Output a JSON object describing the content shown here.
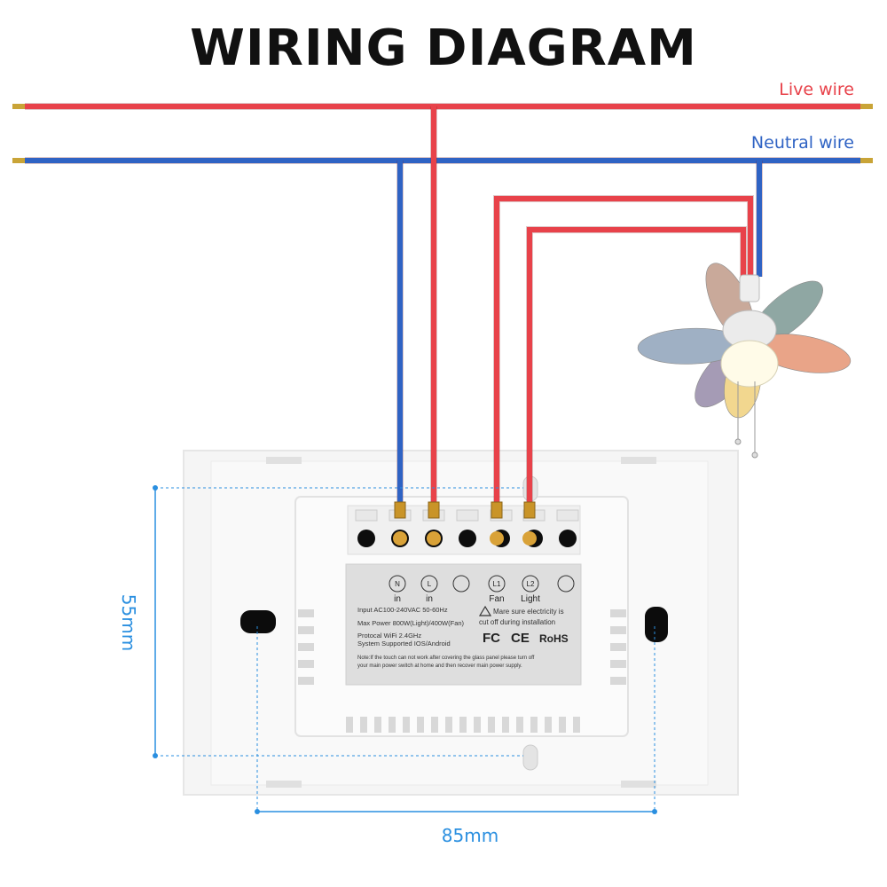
{
  "title": "WIRING DIAGRAM",
  "wires": {
    "live_label": "Live wire",
    "neutral_label": "Neutral wire",
    "live_color": "#e8424a",
    "neutral_color": "#2f63c4"
  },
  "terminals": [
    "N",
    "L",
    "",
    "L1",
    "L2",
    ""
  ],
  "terminal_captions": [
    "in",
    "in",
    "",
    "Fan",
    "Light",
    ""
  ],
  "spec_label": {
    "line1": "Input  AC100-240VAC 50-60Hz",
    "line2": "Max  Power  800W(Light)/400W(Fan)",
    "line3": "Protocal  WiFi 2.4GHz",
    "line4": "System Supported  IOS/Android",
    "warning_line1": "Mare sure electricity is",
    "warning_line2": "cut off during installation",
    "note_line1": "Note:If the touch can not work after covering the glass panel please turn off",
    "note_line2": "your main power switch at home and then recover main power supply.",
    "certs": [
      "FC",
      "CE",
      "RoHS"
    ]
  },
  "dimensions": {
    "width": "85mm",
    "height": "55mm",
    "color": "#2a8fe0"
  },
  "fan": {
    "blade_colors": [
      "#c9a99a",
      "#8fa7a3",
      "#e9a488",
      "#a59bb5",
      "#f2d78f",
      "#9fb0c4"
    ]
  }
}
